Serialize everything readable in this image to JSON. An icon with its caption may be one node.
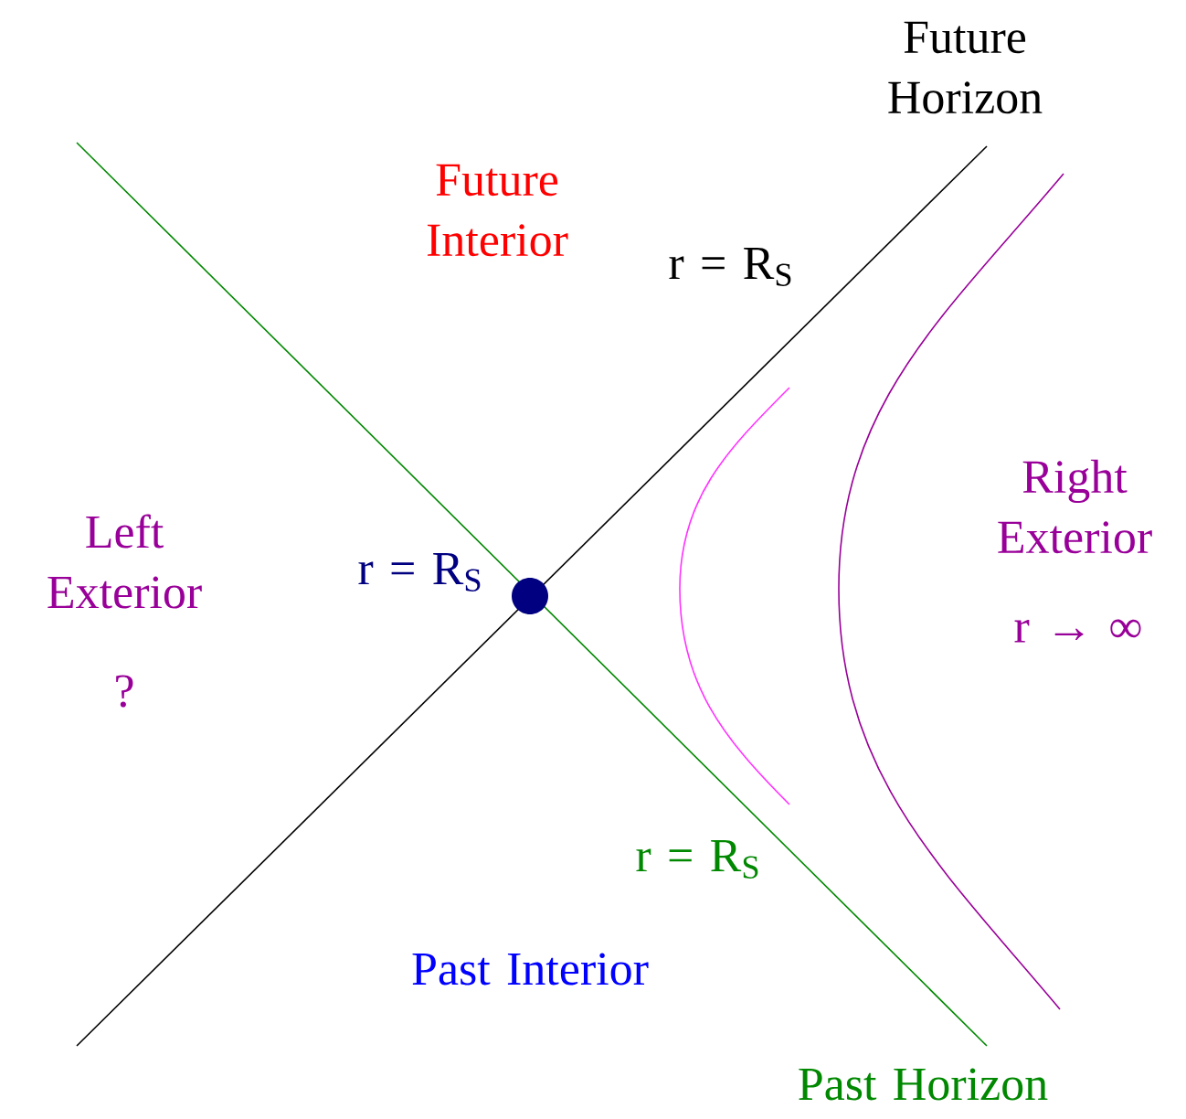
{
  "diagram": {
    "labels": [
      "Future Horizon",
      "Future Interior",
      "r = R$_{S}$",
      "Right Exterior",
      "Left Exterior",
      "r = R$_{S}$",
      "r → ∞",
      "?",
      "r = R$_{S}$",
      "Past Interior",
      "Past Horizon"
    ]
  }
}
